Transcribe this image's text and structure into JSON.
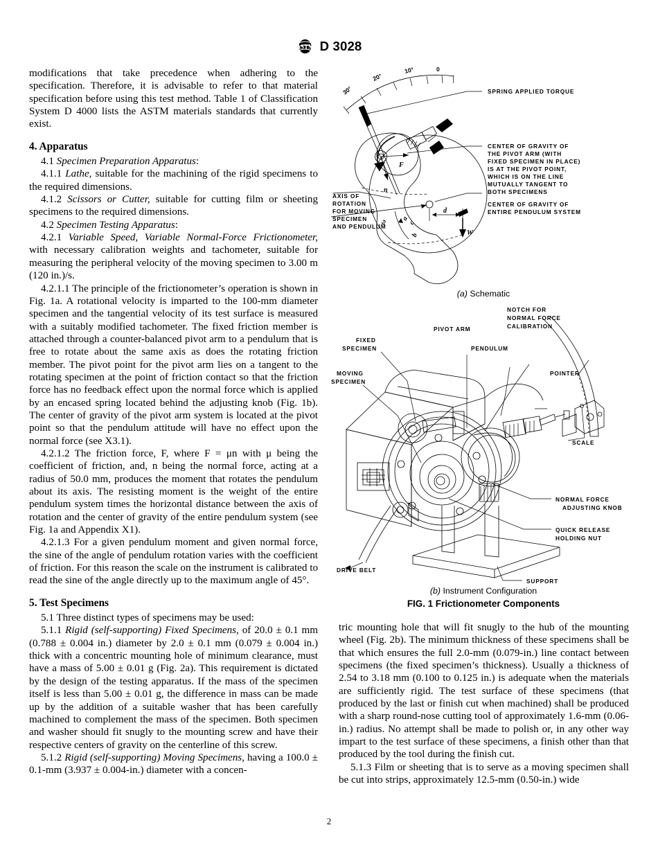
{
  "header": {
    "logo_icon": "astm-logo-icon",
    "designation": "D 3028"
  },
  "page_number": "2",
  "left_column": {
    "paragraphs": [
      {
        "id": "p-intro",
        "text": "modifications that take precedence when adhering to the specification. Therefore, it is advisable to refer to that material specification before using this test method. Table 1 of Classification System D 4000 lists the ASTM materials standards that currently exist."
      }
    ],
    "section_4_heading": "4.  Apparatus",
    "s41_num": "4.1",
    "s41_title": "Specimen Preparation Apparatus",
    "s41_rest": ":",
    "s411_num": "4.1.1",
    "s411_title": "Lathe,",
    "s411_rest": " suitable for the machining of the rigid specimens to the required dimensions.",
    "s412_num": "4.1.2",
    "s412_title": "Scissors or Cutter,",
    "s412_rest": " suitable for cutting film or sheeting specimens to the required dimensions.",
    "s42_num": "4.2",
    "s42_title": "Specimen Testing Apparatus",
    "s42_rest": ":",
    "s421_num": "4.2.1",
    "s421_title": "Variable Speed, Variable Normal-Force Frictionometer,",
    "s421_rest": " with necessary calibration weights and tachometer, suitable for measuring the peripheral velocity of the moving specimen to 3.00 m (120 in.)/s.",
    "s4211": "4.2.1.1 The principle of the frictionometer’s operation is shown in Fig. 1a. A rotational velocity is imparted to the 100-mm diameter specimen and the tangential velocity of its test surface is measured with a suitably modified tachometer. The fixed friction member is attached through a counter-balanced pivot arm to a pendulum that is free to rotate about the same axis as does the rotating friction member. The pivot point for the pivot arm lies on a tangent to the rotating specimen at the point of friction contact so that the friction force has no feedback effect upon the normal force which is applied by an encased spring located behind the adjusting knob (Fig. 1b). The center of gravity of the pivot arm system is located at the pivot point so that the pendulum attitude will have no effect upon the normal force (see X3.1).",
    "s4212": "4.2.1.2 The friction force, F, where F = μn with μ being the coefficient of friction, and, n being the normal force, acting at a radius of 50.0 mm, produces the moment that rotates the pendulum about its axis. The resisting moment is the weight of the entire pendulum system times the horizontal distance between the axis of rotation and the center of gravity of the entire pendulum system (see Fig. 1a and Appendix X1).",
    "s4213": "4.2.1.3 For a given pendulum moment and given normal force, the sine of the angle of pendulum rotation varies with the coefficient of friction. For this reason the scale on the instrument is calibrated to read the sine of the angle directly up to the maximum angle of 45°.",
    "section_5_heading": "5.  Test Specimens",
    "s51": "5.1 Three distinct types of specimens may be used:",
    "s511_num": "5.1.1",
    "s511_title": "Rigid (self-supporting) Fixed Specimens,",
    "s511_rest": " of 20.0 ± 0.1 mm (0.788 ± 0.004 in.) diameter by 2.0 ± 0.1 mm (0.079 ± 0.004 in.) thick with a concentric mounting hole of minimum clearance, must have a mass of 5.00 ± 0.01 g (Fig. 2a). This requirement is dictated by the design of the testing apparatus. If the mass of the specimen itself is less than 5.00 ± 0.01 g, the difference in mass can be made up by the addition of a suitable washer that has been carefully machined to complement the mass of the specimen. Both specimen and washer should fit snugly to the mounting screw and have their respective centers of gravity on the centerline of this screw.",
    "s512_num": "5.1.2",
    "s512_title": "Rigid (self-supporting) Moving Specimens,",
    "s512_rest": " having a 100.0 ± 0.1-mm (3.937 ± 0.004-in.) diameter with a concen-"
  },
  "right_column": {
    "s512_cont": "tric mounting hole that will fit snugly to the hub of the mounting wheel (Fig. 2b). The minimum thickness of these specimens shall be that which ensures the full 2.0-mm (0.079-in.) line contact between specimens (the fixed specimen’s thickness). Usually a thickness of 2.54 to 3.18 mm (0.100 to 0.125 in.) is adequate when the materials are sufficiently rigid. The test surface of these specimens (that produced by the last or finish cut when machined) shall be produced with a sharp round-nose cutting tool of approximately 1.6-mm (0.06-in.) radius. No attempt shall be made to polish or, in any other way impart to the test surface of these specimens, a finish other than that produced by the tool during the finish cut.",
    "s513": "5.1.3 Film or sheeting that is to serve as a moving specimen shall be cut into strips, approximately 12.5-mm (0.50-in.) wide"
  },
  "figure": {
    "caption_a_label": "(a)",
    "caption_a_text": " Schematic",
    "caption_b_label": "(b)",
    "caption_b_text": " Instrument Configuration",
    "caption_fig": "FIG. 1 Frictionometer Components",
    "schematic_callouts": [
      "SPRING APPLIED TORQUE",
      "CENTER OF GRAVITY OF",
      "THE PIVOT ARM (WITH",
      "FIXED SPECIMEN IN PLACE)",
      "IS AT THE PIVOT POINT,",
      "WHICH IS ON THE LINE",
      "MUTUALLY TANGENT TO",
      "BOTH SPECIMENS",
      "CENTER OF GRAVITY OF",
      "ENTIRE PENDULUM SYSTEM",
      "AXIS OF",
      "ROTATION",
      "FOR MOVING",
      "SPECIMEN",
      "AND PENDULUM"
    ],
    "schematic_scale_ticks": [
      "30°",
      "20°",
      "10°",
      "0"
    ],
    "schematic_symbols": [
      "F",
      "n",
      "ω",
      "a",
      "b",
      "c",
      "d",
      "W"
    ],
    "instrument_callouts": [
      "FIXED",
      "SPECIMEN",
      "MOVING",
      "SPECIMEN",
      "PIVOT  ARM",
      "PENDULUM",
      "NOTCH FOR",
      "NORMAL FORCE",
      "CALIBRATION",
      "POINTER",
      "SCALE",
      "NORMAL  FORCE",
      "ADJUSTING  KNOB",
      "QUICK  RELEASE",
      "HOLDING  NUT",
      "DRIVE  BELT",
      "SUPPORT"
    ]
  }
}
